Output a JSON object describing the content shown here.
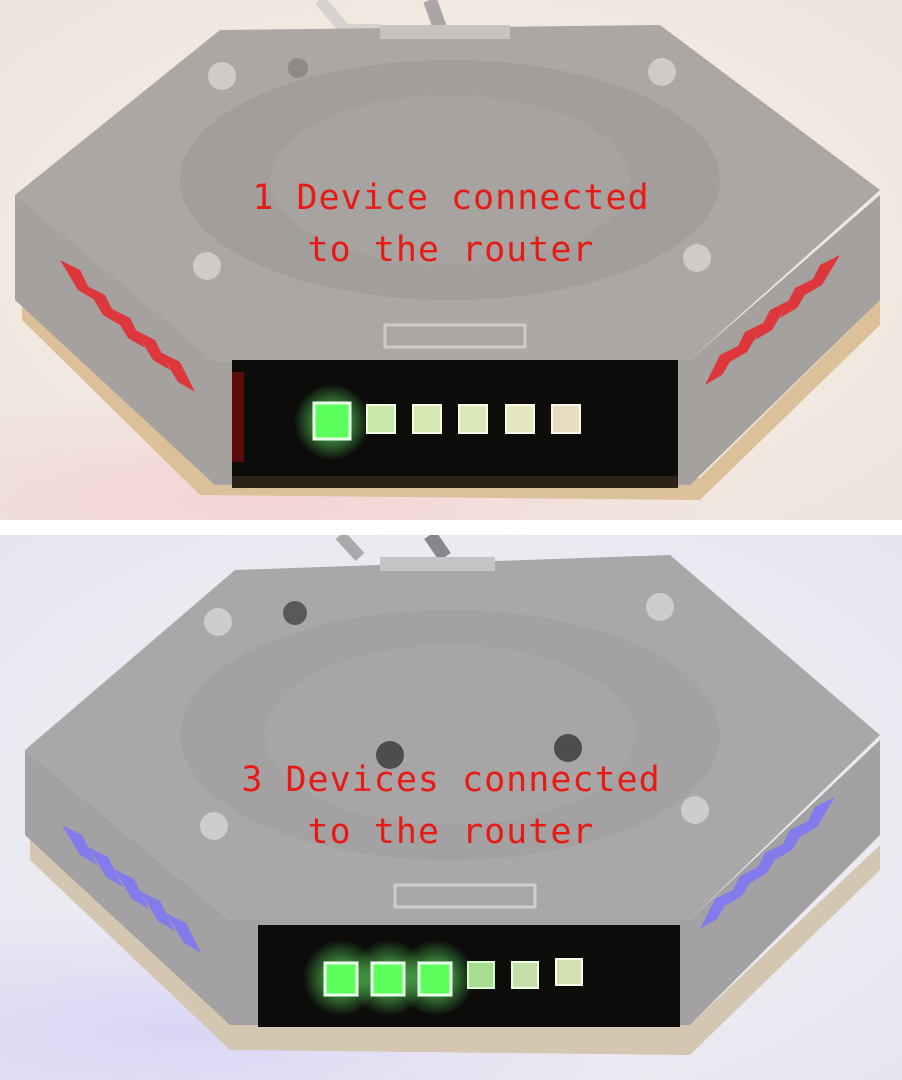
{
  "captions": {
    "top": "1 Device connected\nto the router",
    "bottom": "3 Devices connected\nto the router"
  },
  "panels": [
    {
      "id": "top",
      "leds_lit": 1,
      "leds_total": 6,
      "side_light_color": "#e8242a"
    },
    {
      "id": "bottom",
      "leds_lit": 3,
      "leds_total": 6,
      "side_light_color": "#7a72ff"
    }
  ],
  "colors": {
    "caption_text": "#e81a16",
    "device_body": "#9b9896",
    "device_top": "#a8a5a2",
    "led_lit": "#3cff4a",
    "led_dim": "#c8dba0",
    "led_panel": "#0c0d0b",
    "wood_edge": "#d9b88a"
  }
}
